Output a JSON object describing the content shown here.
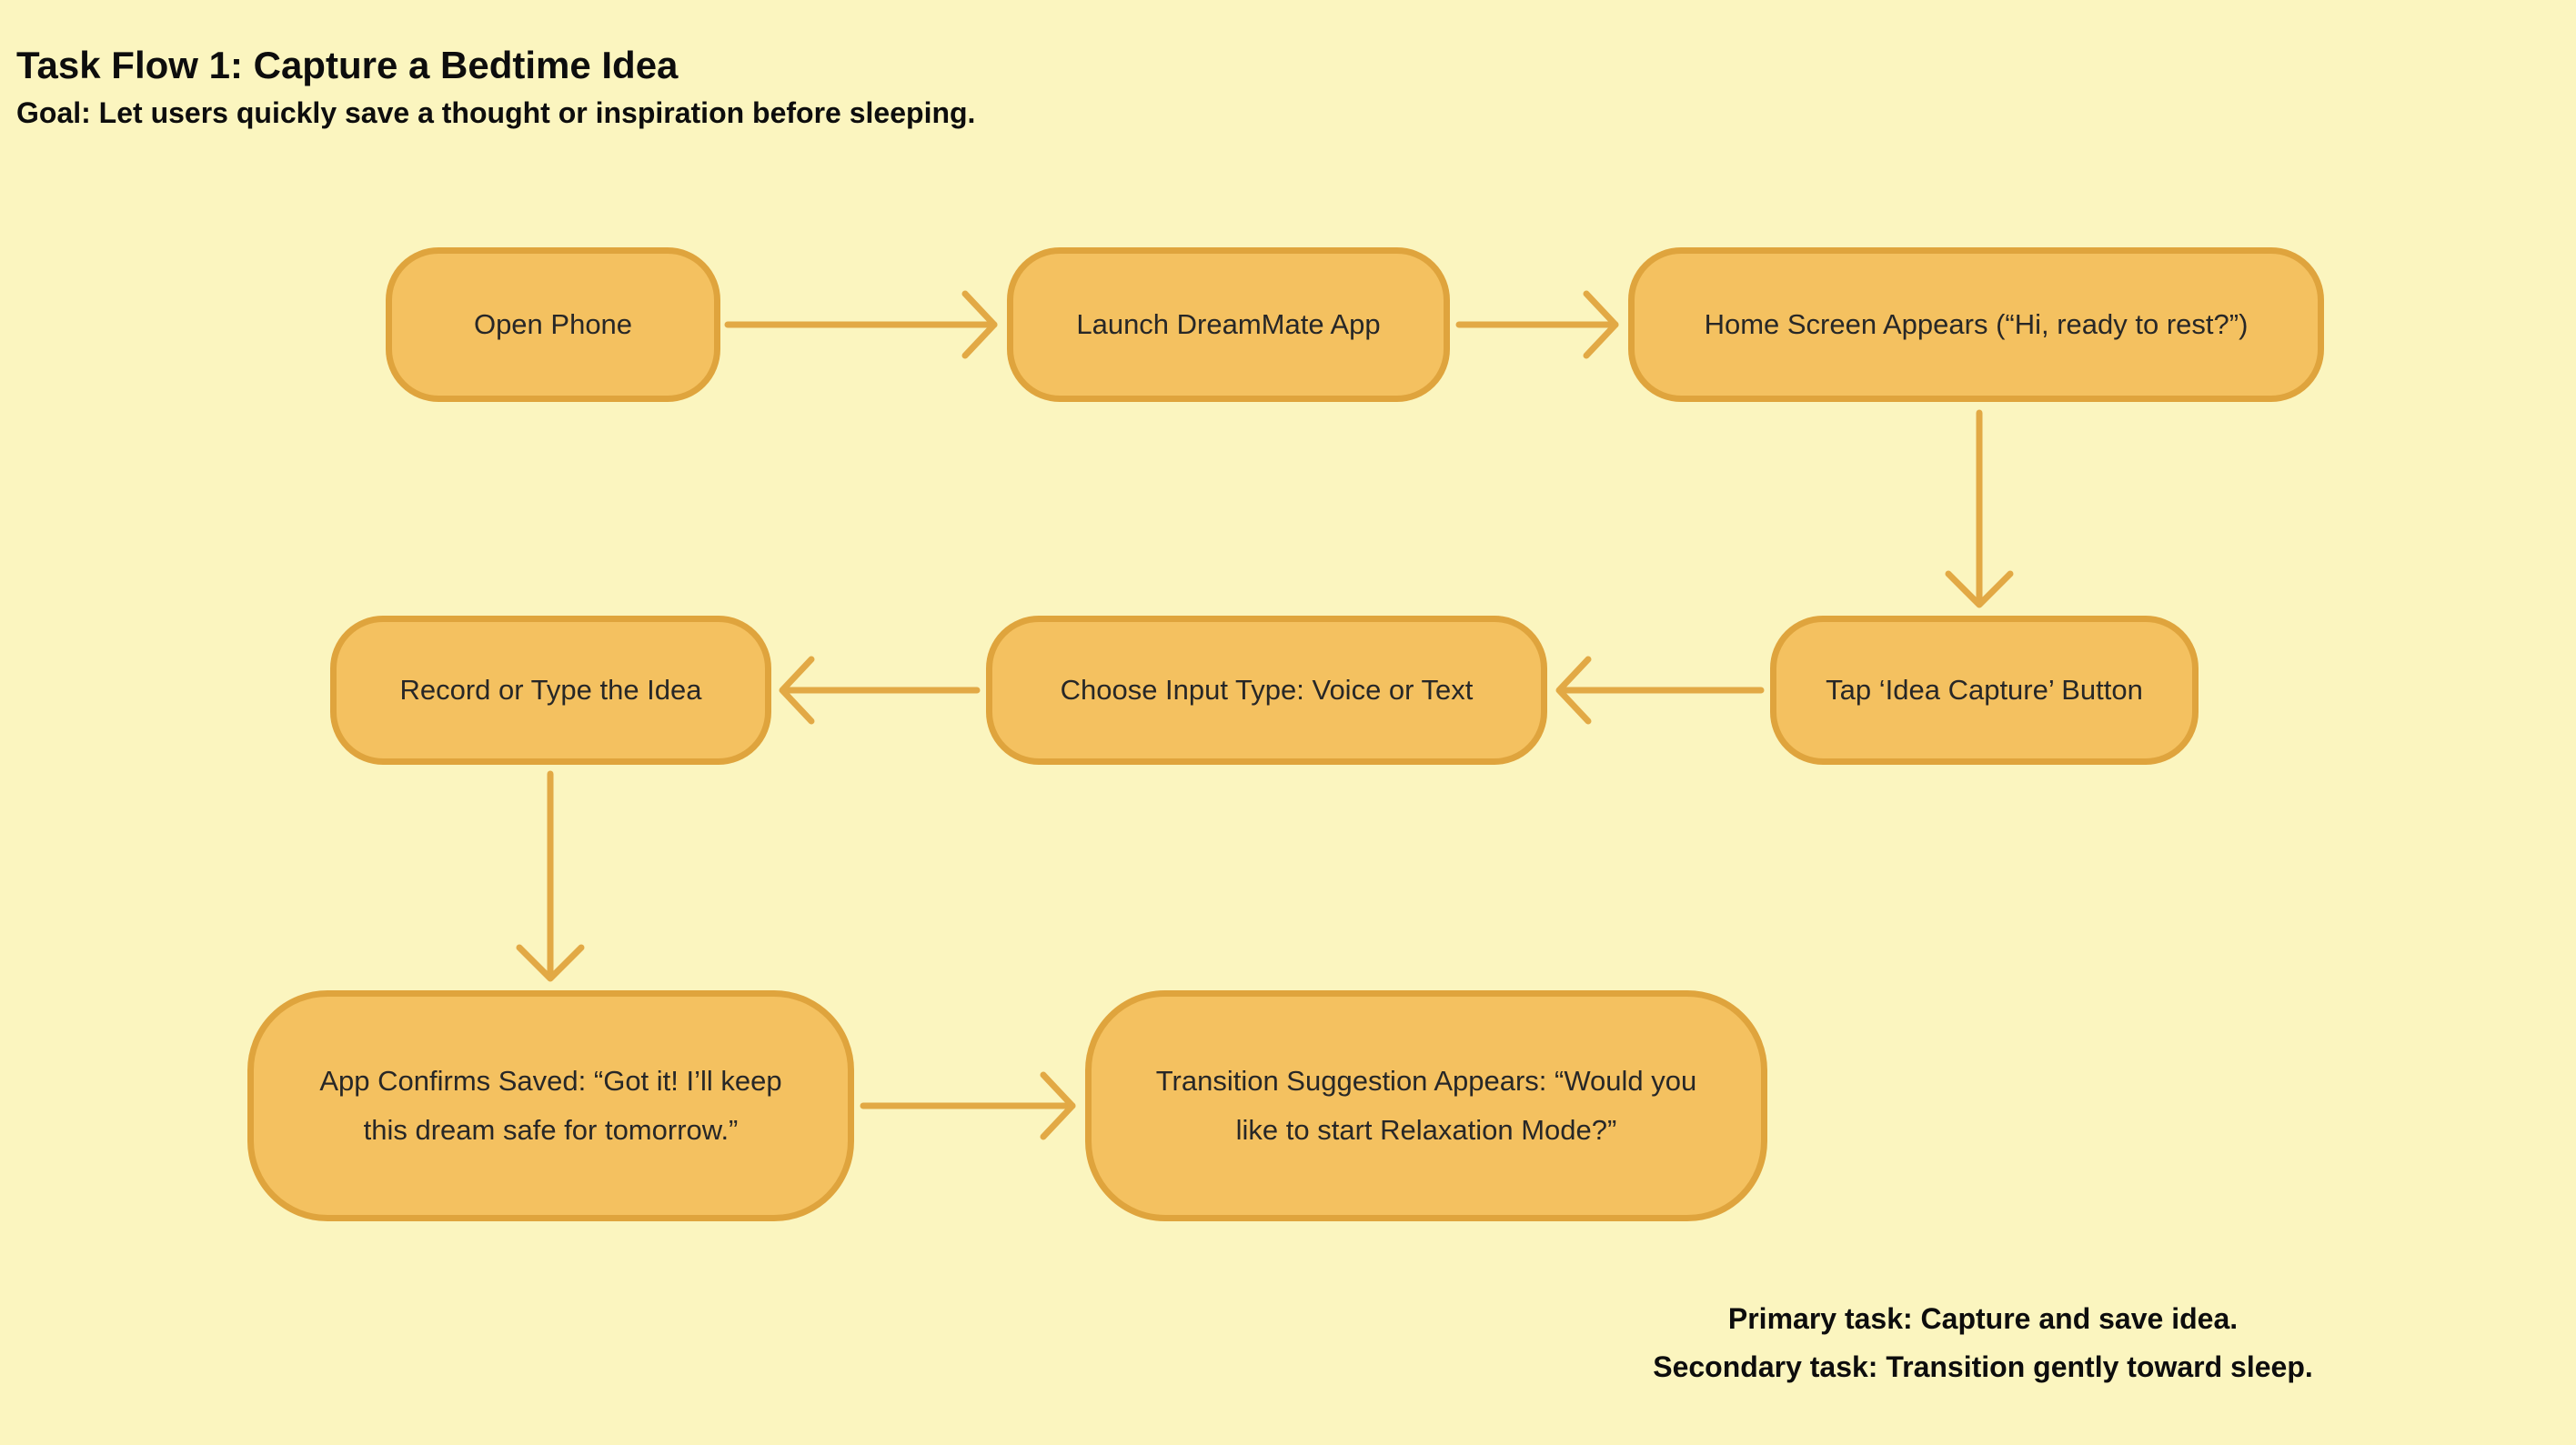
{
  "page": {
    "title": "Task Flow 1: Capture a Bedtime Idea",
    "goal": "Goal: Let users quickly save a thought or inspiration before sleeping."
  },
  "flow": {
    "nodes": [
      {
        "id": "open-phone",
        "label": "Open Phone"
      },
      {
        "id": "launch-dreammate-app",
        "label": "Launch DreamMate App"
      },
      {
        "id": "home-screen-appears",
        "label": "Home Screen Appears (“Hi, ready to rest?”)"
      },
      {
        "id": "tap-idea-capture-button",
        "label": "Tap ‘Idea Capture’ Button"
      },
      {
        "id": "choose-input-type",
        "label": "Choose Input Type: Voice or Text"
      },
      {
        "id": "record-or-type-idea",
        "label": "Record or Type the Idea"
      },
      {
        "id": "app-confirms-saved",
        "label": "App Confirms Saved: “Got it! I’ll keep this dream safe for tomorrow.”"
      },
      {
        "id": "transition-suggestion",
        "label": "Transition Suggestion Appears: “Would you like to start Relaxation Mode?”"
      }
    ],
    "edges": [
      {
        "from": "open-phone",
        "to": "launch-dreammate-app",
        "direction": "right"
      },
      {
        "from": "launch-dreammate-app",
        "to": "home-screen-appears",
        "direction": "right"
      },
      {
        "from": "home-screen-appears",
        "to": "tap-idea-capture-button",
        "direction": "down"
      },
      {
        "from": "tap-idea-capture-button",
        "to": "choose-input-type",
        "direction": "left"
      },
      {
        "from": "choose-input-type",
        "to": "record-or-type-idea",
        "direction": "left"
      },
      {
        "from": "record-or-type-idea",
        "to": "app-confirms-saved",
        "direction": "down"
      },
      {
        "from": "app-confirms-saved",
        "to": "transition-suggestion",
        "direction": "right"
      }
    ]
  },
  "notes": {
    "primary": "Primary task: Capture and save idea.",
    "secondary": "Secondary task: Transition gently toward sleep."
  },
  "colors": {
    "background": "#FBF5BF",
    "node_fill": "#F4C160",
    "node_border": "#DFA43D",
    "arrow": "#E2A945",
    "text": "#272727",
    "heading_text": "#0D0D0D"
  }
}
